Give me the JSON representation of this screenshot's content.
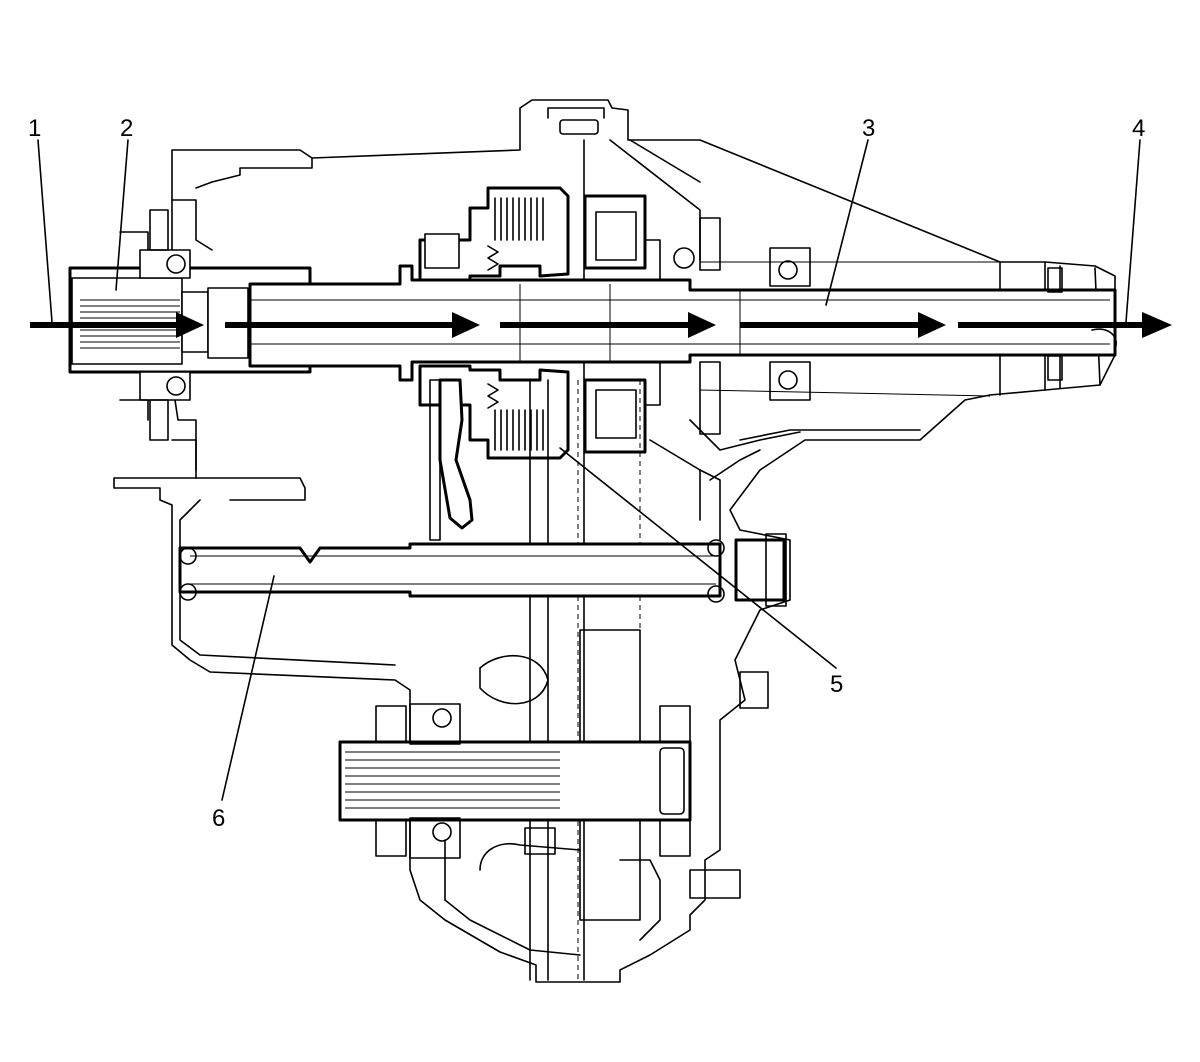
{
  "callouts": [
    {
      "id": "1",
      "label": "1"
    },
    {
      "id": "2",
      "label": "2"
    },
    {
      "id": "3",
      "label": "3"
    },
    {
      "id": "4",
      "label": "4"
    },
    {
      "id": "5",
      "label": "5"
    },
    {
      "id": "6",
      "label": "6"
    }
  ],
  "colors": {
    "ink": "#000000",
    "paper": "#ffffff"
  },
  "icons": [
    "power-flow-arrow"
  ]
}
